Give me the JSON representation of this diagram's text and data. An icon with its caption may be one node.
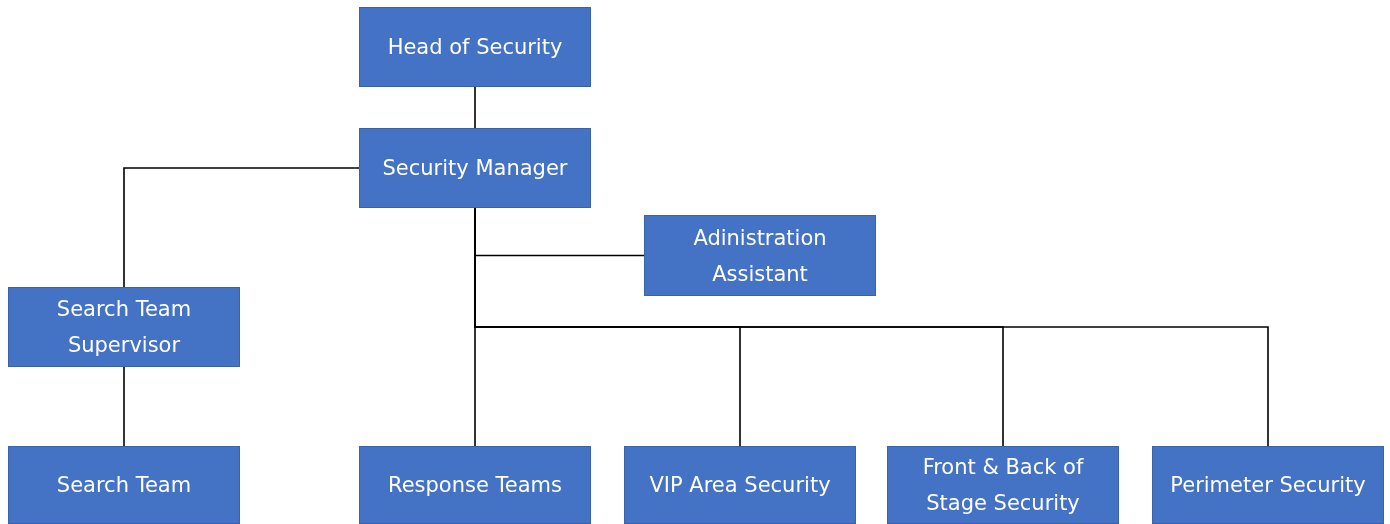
{
  "diagram": {
    "nodes": [
      {
        "text": [
          "Head of Security"
        ]
      },
      {
        "text": [
          "Security Manager"
        ]
      },
      {
        "text": [
          "Adinistration Assistant"
        ]
      },
      {
        "text": [
          "Search Team Supervisor"
        ]
      },
      {
        "text": [
          "Search Team"
        ]
      },
      {
        "text": [
          "Response Teams"
        ]
      },
      {
        "text": [
          "VIP Area Security"
        ]
      },
      {
        "text": [
          "Front & Back of Stage Security"
        ]
      },
      {
        "text": [
          "Perimeter Security"
        ]
      }
    ],
    "edges": [
      {
        "from": 0,
        "to": 1,
        "arrow": "none"
      },
      {
        "from": 1,
        "to": 3,
        "arrow": "none"
      },
      {
        "from": 1,
        "to": 2,
        "arrow": "none"
      },
      {
        "from": 3,
        "to": 4,
        "arrow": "none"
      },
      {
        "from": 1,
        "to": 5,
        "arrow": "none"
      },
      {
        "from": 1,
        "to": 6,
        "arrow": "none"
      },
      {
        "from": 1,
        "to": 7,
        "arrow": "none"
      },
      {
        "from": 1,
        "to": 8,
        "arrow": "none"
      }
    ]
  }
}
